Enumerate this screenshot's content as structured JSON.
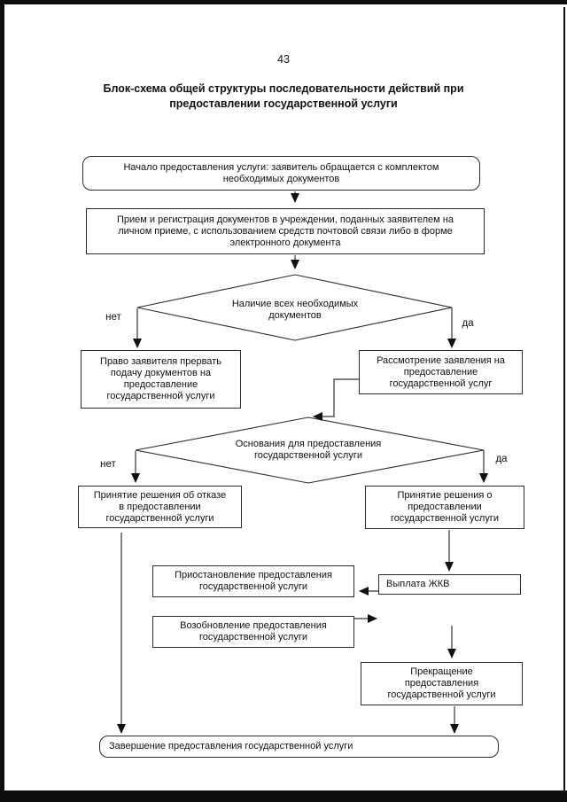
{
  "page": {
    "number": "43",
    "title": "Блок-схема общей структуры последовательности действий при\nпредоставлении государственной услуги"
  },
  "flowchart": {
    "nodes": {
      "start": {
        "shape": "rounded-rect",
        "text": "Начало предоставления услуги: заявитель обращается с комплектом\nнеобходимых документов"
      },
      "reception": {
        "shape": "rect",
        "text": "Прием и регистрация документов в учреждении, поданных заявителем на\nличном приеме, с использованием средств почтовой связи либо в форме\nэлектронного документа"
      },
      "decision_documents": {
        "shape": "diamond",
        "text": "Наличие всех необходимых\nдокументов",
        "no_label": "нет",
        "yes_label": "да"
      },
      "interrupt": {
        "shape": "rect",
        "text": "Право заявителя прервать\nподачу документов на\nпредоставление\nгосударственной услуги"
      },
      "review": {
        "shape": "rect",
        "text": "Рассмотрение заявления на\nпредоставление\nгосударственной услуг"
      },
      "decision_grounds": {
        "shape": "diamond",
        "text": "Основания для предоставления\nгосударственной услуги",
        "no_label": "нет",
        "yes_label": "да"
      },
      "refusal": {
        "shape": "rect",
        "text": "Принятие решения об отказе\nв предоставлении\nгосударственной услуги"
      },
      "approval": {
        "shape": "rect",
        "text": "Принятие решения о\nпредоставлении\nгосударственной услуги"
      },
      "suspension": {
        "shape": "rect",
        "text": "Приостановление предоставления\nгосударственной услуги"
      },
      "payment": {
        "shape": "rect",
        "text": "Выплата ЖКВ"
      },
      "resumption": {
        "shape": "rect",
        "text": "Возобновление предоставления\nгосударственной услуги"
      },
      "termination": {
        "shape": "rect",
        "text": "Прекращение\nпредоставления\nгосударственной услуги"
      },
      "completion": {
        "shape": "rounded-rect",
        "text": "Завершение предоставления государственной услуги"
      }
    },
    "colors": {
      "stroke": "#2b2b2b",
      "text": "#101010",
      "background": "#ffffff"
    }
  }
}
